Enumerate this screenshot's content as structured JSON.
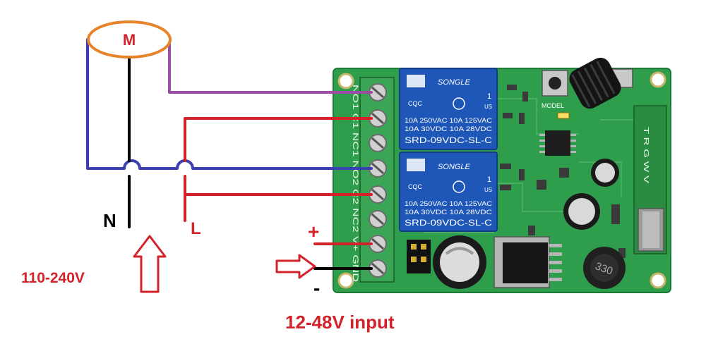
{
  "labels": {
    "motor": "M",
    "neutral": "N",
    "live": "L",
    "mains_voltage": "110-240V",
    "plus": "+",
    "minus": "-",
    "dc_input": "12-48V input"
  },
  "board": {
    "relay_brand": "SONGLE",
    "relay_cert": "CQC",
    "relay_ul_count": "1",
    "relay_ul_us": "US",
    "relay_rating_l1": "10A 250VAC  10A 125VAC",
    "relay_rating_l2": "10A 30VDC   10A 28VDC",
    "relay_model": "SRD-09VDC-SL-C",
    "button_label": "MODEL",
    "inductor_marking": "330",
    "terminal_labels": "NO1 C1 NC1 NO2 C2 NC2 V+ GND",
    "side_labels": "T R G W V"
  },
  "colors": {
    "motor_ring": "#e8832a",
    "neutral_wire": "#3c3fb0",
    "live_wire": "#d2232a",
    "motor_wire": "#9b4ea6",
    "ground_wire": "#000000",
    "pcb_green": "#2f9e4c",
    "relay_blue": "#1f57b8",
    "terminal_green": "#3aa655",
    "arrow_red": "#d2232a"
  }
}
